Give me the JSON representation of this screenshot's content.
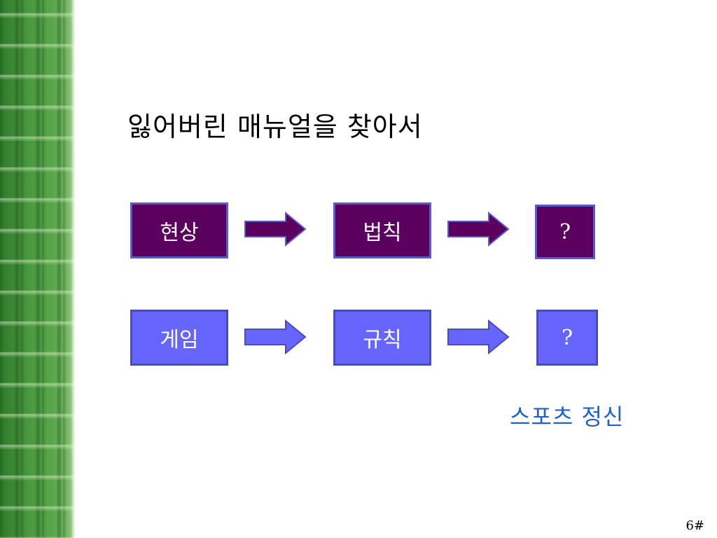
{
  "slide": {
    "title": "잃어버린 매뉴얼을 찾아서",
    "row1": {
      "box1": "현상",
      "box2": "법칙",
      "box3": "?"
    },
    "row2": {
      "box1": "게임",
      "box2": "규칙",
      "box3": "?"
    },
    "caption": "스포츠 정신",
    "page_number": "6#"
  },
  "colors": {
    "row1_fill": "#5c0060",
    "row2_fill": "#6666ff",
    "caption": "#1f5fd0",
    "sidebar": "#4a9a40"
  }
}
